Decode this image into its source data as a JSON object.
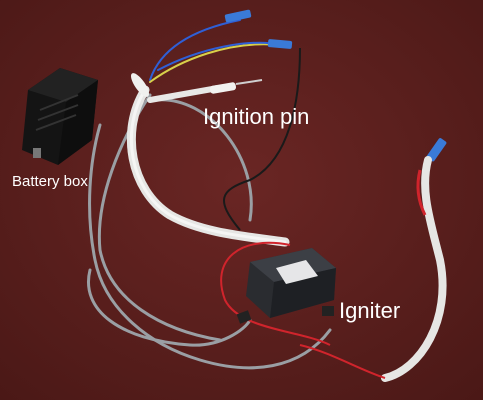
{
  "labels": {
    "battery_box": "Battery box",
    "ignition_pin": "Ignition pin",
    "igniter": "Igniter"
  },
  "colors": {
    "background": "#5a1e1c",
    "wire_grey": "#9a9fa4",
    "wire_white": "#e6e6e4",
    "wire_red": "#d0242c",
    "wire_blue": "#2f5fd6",
    "wire_yellow": "#d8d04a",
    "wire_black": "#1a1a1a",
    "connector_blue": "#3a7ad8",
    "igniter_body": "#2a2c30",
    "battery_box_body": "#141414",
    "label_text": "#ffffff"
  }
}
